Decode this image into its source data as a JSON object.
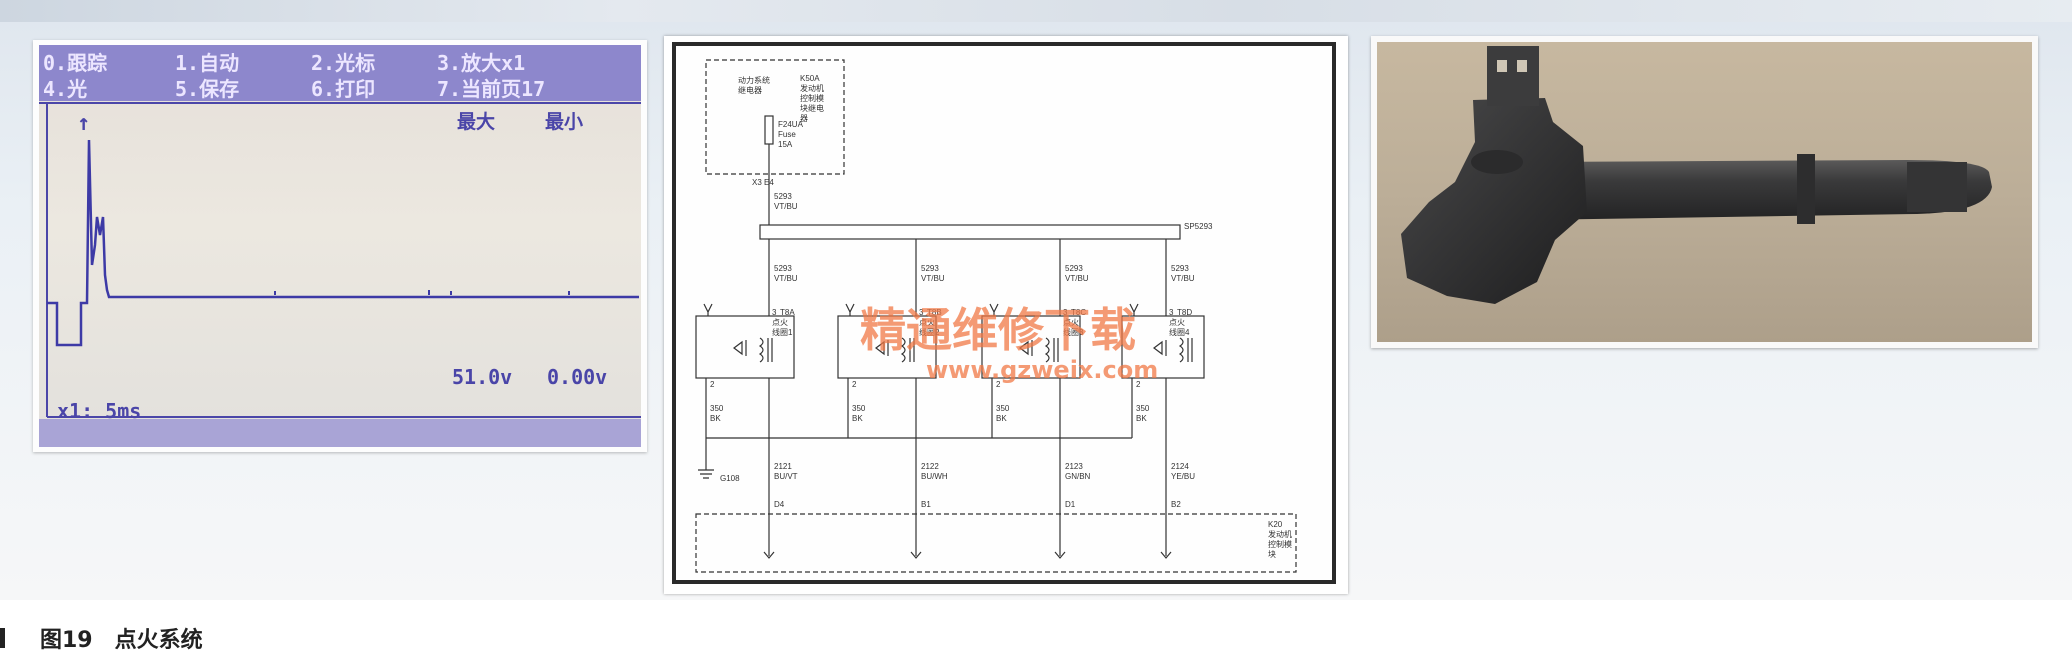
{
  "scope": {
    "menu_row1": [
      "0.跟踪",
      "1.自动",
      "2.光标",
      "3.放大x1"
    ],
    "menu_row2": [
      "4.光",
      "5.保存",
      "6.打印",
      "7.当前页17"
    ],
    "max_label": "最大",
    "min_label": "最小",
    "cursor_marker": "↑",
    "reading_max": "51.0v",
    "reading_min": "0.00v",
    "timebase": "x1: 5ms"
  },
  "diagram": {
    "power_box": [
      "动力系统",
      "继电器"
    ],
    "power_box_id": "K50A",
    "power_box_desc": [
      "发动机",
      "控制模",
      "块继电",
      "器"
    ],
    "fuse": [
      "F24UA",
      "Fuse",
      "15A"
    ],
    "fuse_conn": "X3 E4",
    "feed_wire": [
      "5293",
      "VT/BU"
    ],
    "splice": "SP5293",
    "branch_wires": [
      "5293",
      "VT/BU"
    ],
    "coils": [
      {
        "conn": "T8A",
        "desc": [
          "点火",
          "线圈1"
        ],
        "pin_top": "3",
        "pin_bottom": "2",
        "ground_wire": [
          "350",
          "BK"
        ]
      },
      {
        "conn": "T8B",
        "desc": [
          "点火",
          "线圈2"
        ],
        "pin_top": "3",
        "pin_bottom": "2",
        "ground_wire": [
          "350",
          "BK"
        ]
      },
      {
        "conn": "T8C",
        "desc": [
          "点火",
          "线圈3"
        ],
        "pin_top": "3",
        "pin_bottom": "2",
        "ground_wire": [
          "350",
          "BK"
        ]
      },
      {
        "conn": "T8D",
        "desc": [
          "点火",
          "线圈4"
        ],
        "pin_top": "3",
        "pin_bottom": "2",
        "ground_wire": [
          "350",
          "BK"
        ]
      }
    ],
    "ground": "G108",
    "signal_wires": [
      {
        "id": "2121",
        "color": "BU/VT",
        "pin": "D4"
      },
      {
        "id": "2122",
        "color": "BU/WH",
        "pin": "B1"
      },
      {
        "id": "2123",
        "color": "GN/BN",
        "pin": "D1"
      },
      {
        "id": "2124",
        "color": "YE/BU",
        "pin": "B2"
      }
    ],
    "ecm": {
      "id": "K20",
      "desc": [
        "发动机",
        "控制模",
        "块"
      ]
    },
    "watermark": "精通维修下载",
    "watermark_url": "www.gzweix.com"
  },
  "caption": {
    "label": "图19",
    "title": "点火系统"
  },
  "colors": {
    "scope_trace": "#3d3aa6",
    "scope_bg": "#e8e3dc",
    "watermark": "#f07846",
    "diagram_line": "#333333"
  }
}
